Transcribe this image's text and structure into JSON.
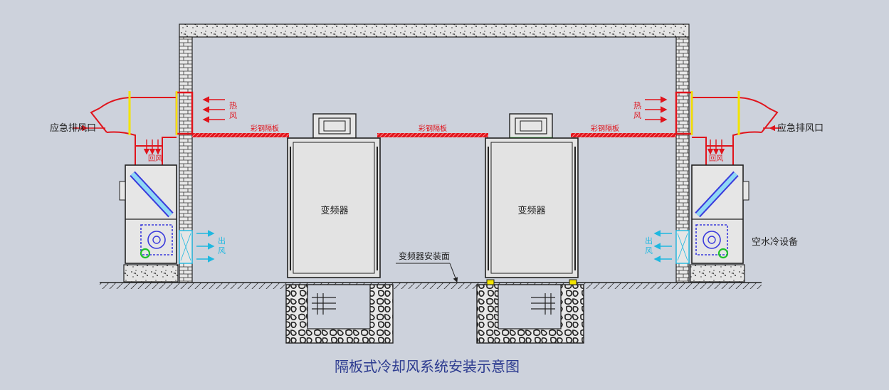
{
  "title": "隔板式冷却风系统安装示意图",
  "labels": {
    "exhaust_left": "应急排风口",
    "exhaust_right": "应急排风口",
    "hot_air_left": "热\n风",
    "hot_air_right": "热\n风",
    "return_air_left": "回风",
    "return_air_right": "回风",
    "out_air_left": "出\n风",
    "out_air_right": "出\n风",
    "steel_partition_1": "彩钢隔板",
    "steel_partition_2": "彩钢隔板",
    "steel_partition_3": "彩钢隔板",
    "inverter_1": "变频器",
    "inverter_2": "变频器",
    "mount_surface": "变频器安装面",
    "chiller": "空水冷设备"
  },
  "colors": {
    "background": "#cdd2dc",
    "line": "#2a2a2a",
    "hot_air": "#e0141c",
    "cold_air": "#1fb8e0",
    "yellow": "#f2e400",
    "green": "#1fc02a",
    "blue": "#3a3adc",
    "title": "#2b3a8f"
  }
}
